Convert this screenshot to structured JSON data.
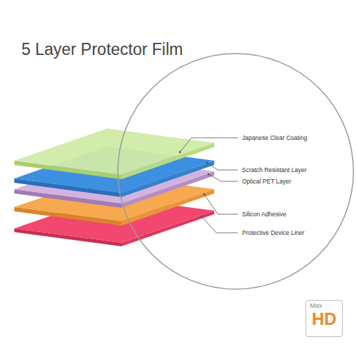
{
  "diagram": {
    "title": "5 Layer Protector Film",
    "nodes": [
      {
        "text": [
          "Max",
          "HD"
        ]
      }
    ],
    "labels": [
      "Japanese Clear Coating",
      "Scratch Resistant Layer",
      "Optical PET Layer",
      "Silicon Adhesive",
      "Protective Device Liner"
    ]
  }
}
